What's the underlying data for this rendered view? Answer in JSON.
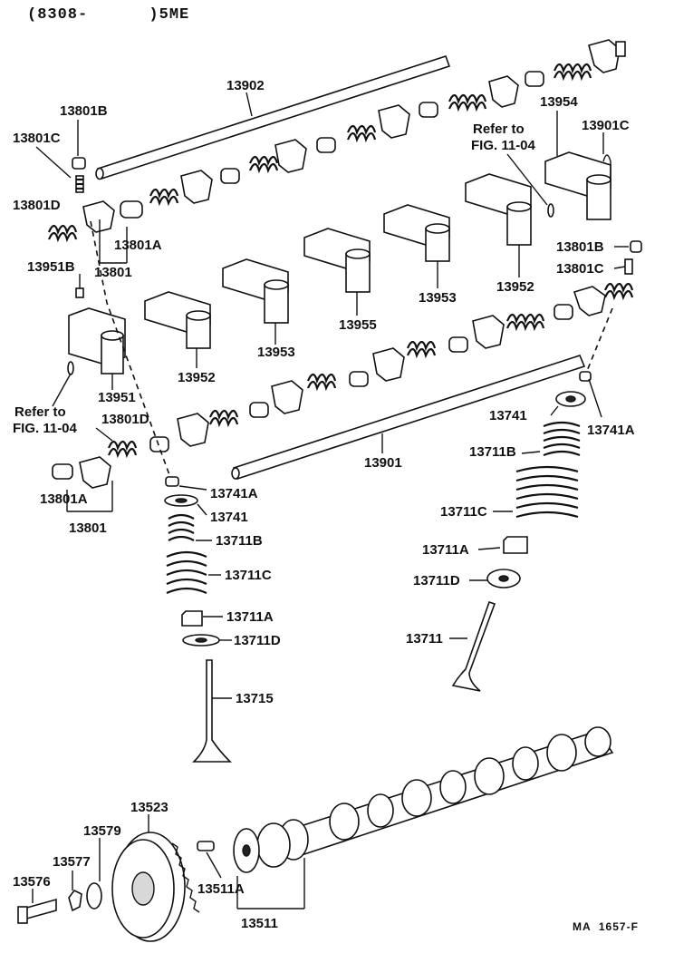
{
  "header": {
    "code": "(8308-      )5ME"
  },
  "footer": {
    "ref": "MA  1657-F"
  },
  "labels": {
    "p13902": "13902",
    "p13801B_top": "13801B",
    "p13801C_top": "13801C",
    "p13801D_top": "13801D",
    "p13801A_top": "13801A",
    "p13801_top": "13801",
    "p13951B": "13951B",
    "refer_left_1": "Refer to",
    "refer_left_2": "FIG. 11-04",
    "p13951": "13951",
    "p13801D_mid": "13801D",
    "p13801A_left": "13801A",
    "p13801_left": "13801",
    "p13952_left": "13952",
    "p13953_left": "13953",
    "p13955": "13955",
    "p13953_right": "13953",
    "p13952_right": "13952",
    "refer_right_1": "Refer to",
    "refer_right_2": "FIG. 11-04",
    "p13954": "13954",
    "p13901C": "13901C",
    "p13801B_right": "13801B",
    "p13801C_right": "13801C",
    "p13901": "13901",
    "p13741_right": "13741",
    "p13741A_right": "13741A",
    "p13711B_right": "13711B",
    "p13711C_right": "13711C",
    "p13711A_right": "13711A",
    "p13711D_right": "13711D",
    "p13711": "13711",
    "p13741A_left": "13741A",
    "p13741_left": "13741",
    "p13711B_left": "13711B",
    "p13711C_left": "13711C",
    "p13711A_left": "13711A",
    "p13711D_left": "13711D",
    "p13715": "13715",
    "p13523": "13523",
    "p13579": "13579",
    "p13577": "13577",
    "p13576": "13576",
    "p13511A": "13511A",
    "p13511": "13511"
  }
}
